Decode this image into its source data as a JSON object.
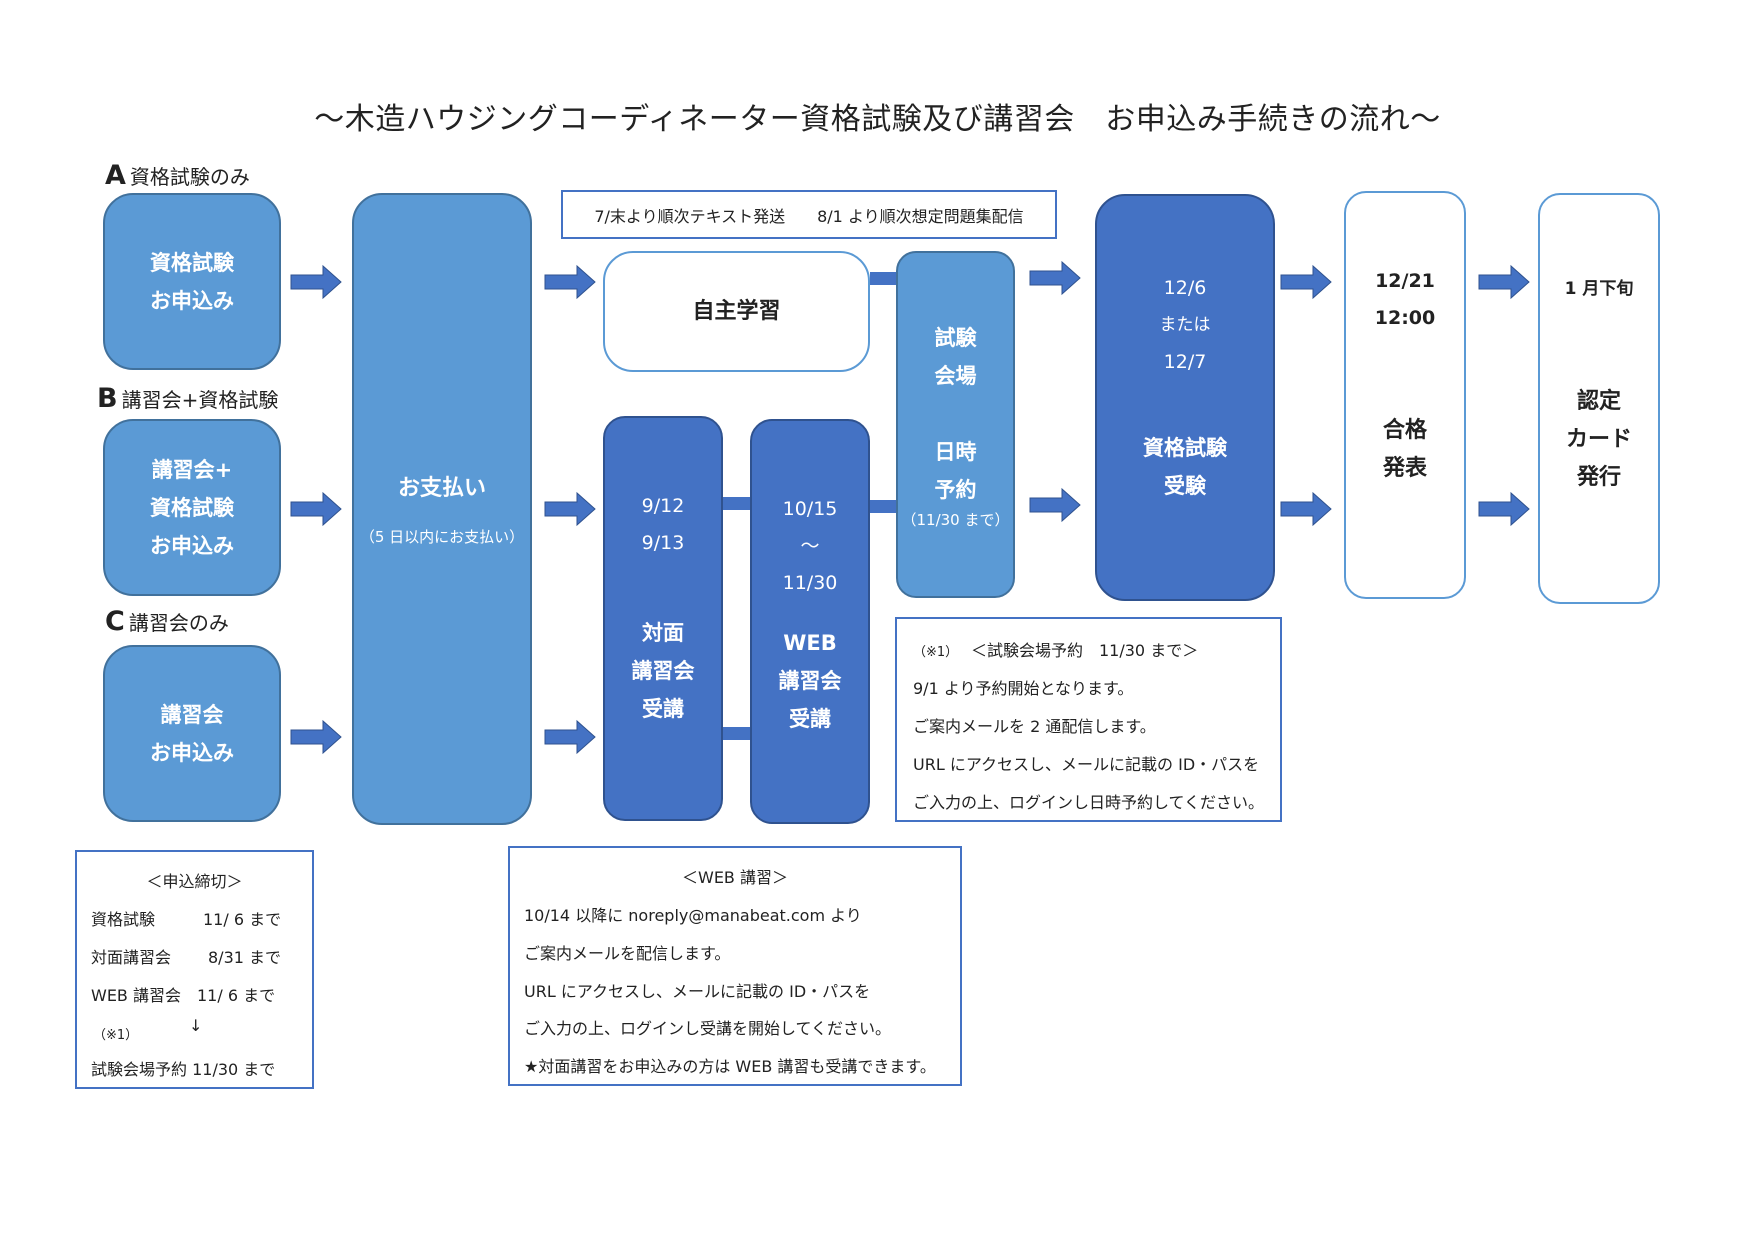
{
  "title": "～木造ハウジングコーディネーター資格試験及び講習会　お申込み手続きの流れ～",
  "groups": {
    "a": {
      "letter": "A",
      "label": "資格試験のみ"
    },
    "b": {
      "letter": "B",
      "label": "講習会+資格試験"
    },
    "c": {
      "letter": "C",
      "label": "講習会のみ"
    }
  },
  "apply": {
    "a": [
      "資格試験",
      "お申込み"
    ],
    "b": [
      "講習会+",
      "資格試験",
      "お申込み"
    ],
    "c": [
      "講習会",
      "お申込み"
    ]
  },
  "payment": {
    "label": "お支払い",
    "note": "（5 日以内にお支払い）"
  },
  "text_notice": "7/末より順次テキスト発送　　8/1 より順次想定問題集配信",
  "self_study": "自主学習",
  "face_lecture": {
    "dates": [
      "9/12",
      "9/13"
    ],
    "label": [
      "対面",
      "講習会",
      "受講"
    ]
  },
  "web_lecture": {
    "dates": [
      "10/15",
      "～",
      "11/30"
    ],
    "label": [
      "WEB",
      "講習会",
      "受講"
    ]
  },
  "reserve": {
    "label": [
      "試験",
      "会場",
      "日時",
      "予約"
    ],
    "note": "（11/30 まで）"
  },
  "exam": {
    "dates": [
      "12/6",
      "または",
      "12/7"
    ],
    "label": [
      "資格試験",
      "受験"
    ]
  },
  "result": {
    "dates": [
      "12/21",
      "12:00"
    ],
    "label": [
      "合格",
      "発表"
    ]
  },
  "card": {
    "date": "1 月下旬",
    "label": [
      "認定",
      "カード",
      "発行"
    ]
  },
  "deadline": {
    "header": "＜申込締切＞",
    "rows": [
      {
        "name": "資格試験",
        "value": "11/ 6 まで"
      },
      {
        "name": "対面講習会",
        "value": "8/31 まで"
      },
      {
        "name": "WEB 講習会",
        "value": "11/ 6 まで"
      }
    ],
    "ref": "（※1）",
    "down_arrow": "↓",
    "last": "試験会場予約 11/30 まで"
  },
  "web_note": {
    "header": "＜WEB 講習＞",
    "lines": [
      "10/14 以降に noreply@manabeat.com より",
      "ご案内メールを配信します。",
      "URL にアクセスし、メールに記載の ID・パスを",
      "ご入力の上、ログインし受講を開始してください。",
      "★対面講習をお申込みの方は WEB 講習も受講できます。"
    ]
  },
  "reserve_note": {
    "ref": "（※1）",
    "header": "＜試験会場予約　11/30 まで＞",
    "lines": [
      "9/1 より予約開始となります。",
      "ご案内メールを 2 通配信します。",
      "URL にアクセスし、メールに記載の ID・パスを",
      "ご入力の上、ログインし日時予約してください。"
    ]
  },
  "colors": {
    "mid": "#5b9ad5",
    "dark": "#4472c4",
    "arrow": "#4472c4"
  }
}
